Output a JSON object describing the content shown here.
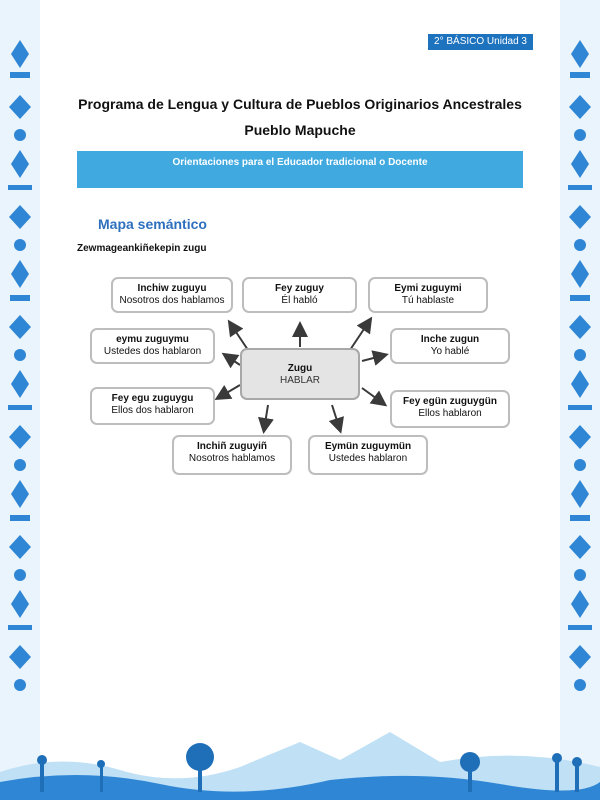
{
  "header": {
    "badge": "2° BÁSICO Unidad 3",
    "title": "Programa de Lengua y Cultura de Pueblos Originarios Ancestrales",
    "subtitle": "Pueblo Mapuche",
    "banner": "Orientaciones para el Educador tradicional o Docente"
  },
  "section": {
    "title": "Mapa semántico",
    "subtitle": "Zewmageankiñekepin zugu"
  },
  "map": {
    "center": {
      "word": "Zugu",
      "translation": "HABLAR"
    },
    "nodes": [
      {
        "word": "Inchiw zuguyu",
        "translation": "Nosotros dos hablamos"
      },
      {
        "word": "Fey zuguy",
        "translation": "Él habló"
      },
      {
        "word": "Eymi zuguymi",
        "translation": "Tú  hablaste"
      },
      {
        "word": "eymu zuguymu",
        "translation": "Ustedes dos hablaron"
      },
      {
        "word": "Inche zugun",
        "translation": "Yo hablé"
      },
      {
        "word": "Fey egu zuguygu",
        "translation": "Ellos dos hablaron"
      },
      {
        "word": "Fey egün zuguygün",
        "translation": "Ellos hablaron"
      },
      {
        "word": "Inchiñ zuguyiñ",
        "translation": "Nosotros hablamos"
      },
      {
        "word": "Eymün zuguymün",
        "translation": "Ustedes hablaron"
      }
    ]
  },
  "colors": {
    "banner": "#3fa9e0",
    "badge": "#1e73be",
    "heading": "#2e6fbe",
    "decor": "#2f86d4"
  }
}
